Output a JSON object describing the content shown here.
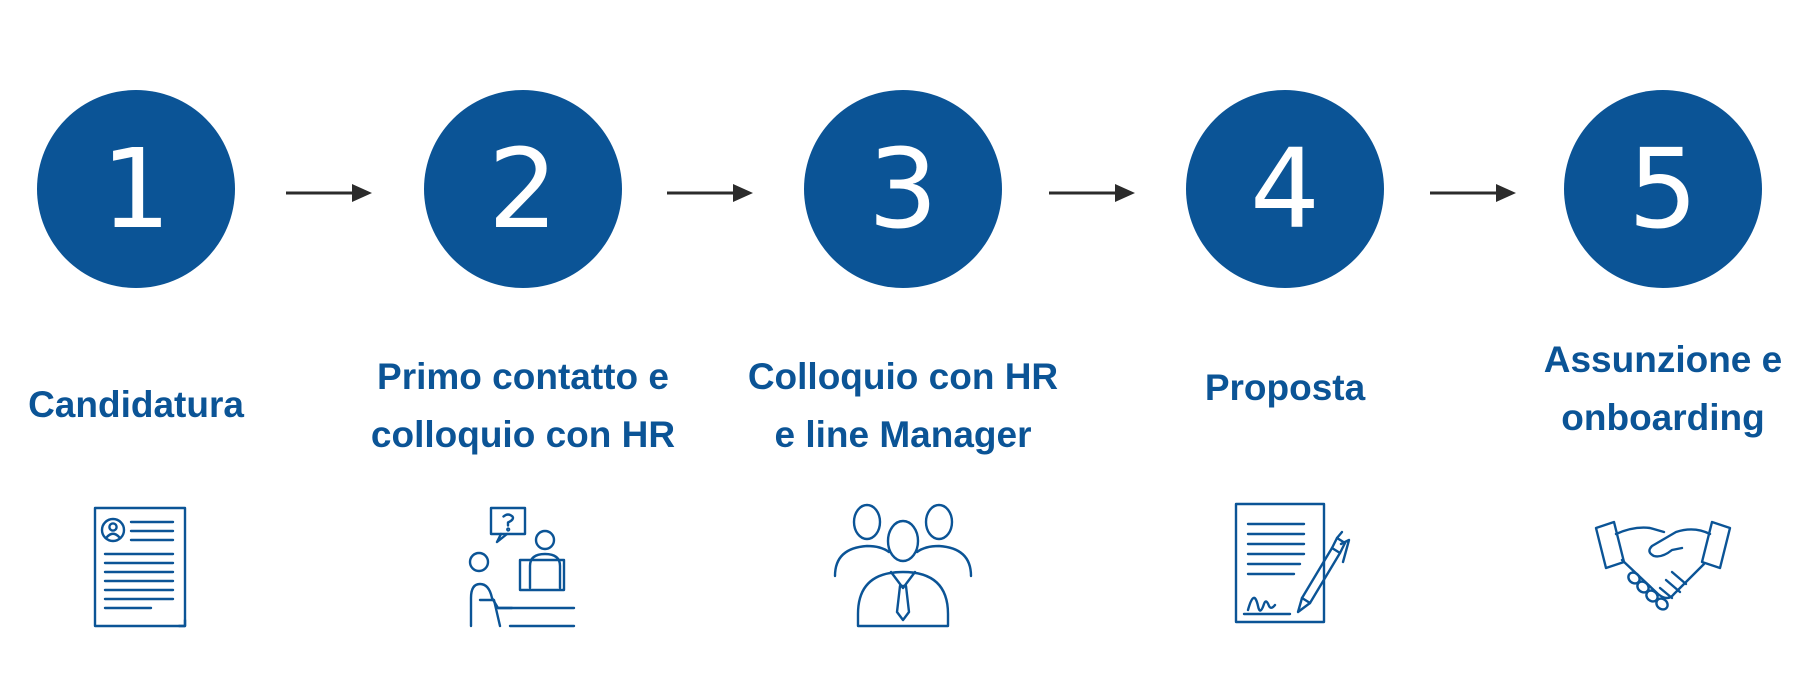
{
  "colors": {
    "accent": "#0b5496",
    "arrow": "#2b2b2b",
    "background": "#ffffff"
  },
  "steps": [
    {
      "number": "1",
      "label": "Candidatura",
      "icon": "resume-icon"
    },
    {
      "number": "2",
      "label": "Primo contatto e\ncolloquio con HR",
      "icon": "interview-icon"
    },
    {
      "number": "3",
      "label": "Colloquio con HR\ne line Manager",
      "icon": "team-icon"
    },
    {
      "number": "4",
      "label": "Proposta",
      "icon": "signed-contract-icon"
    },
    {
      "number": "5",
      "label": "Assunzione e\nonboarding",
      "icon": "handshake-icon"
    }
  ]
}
